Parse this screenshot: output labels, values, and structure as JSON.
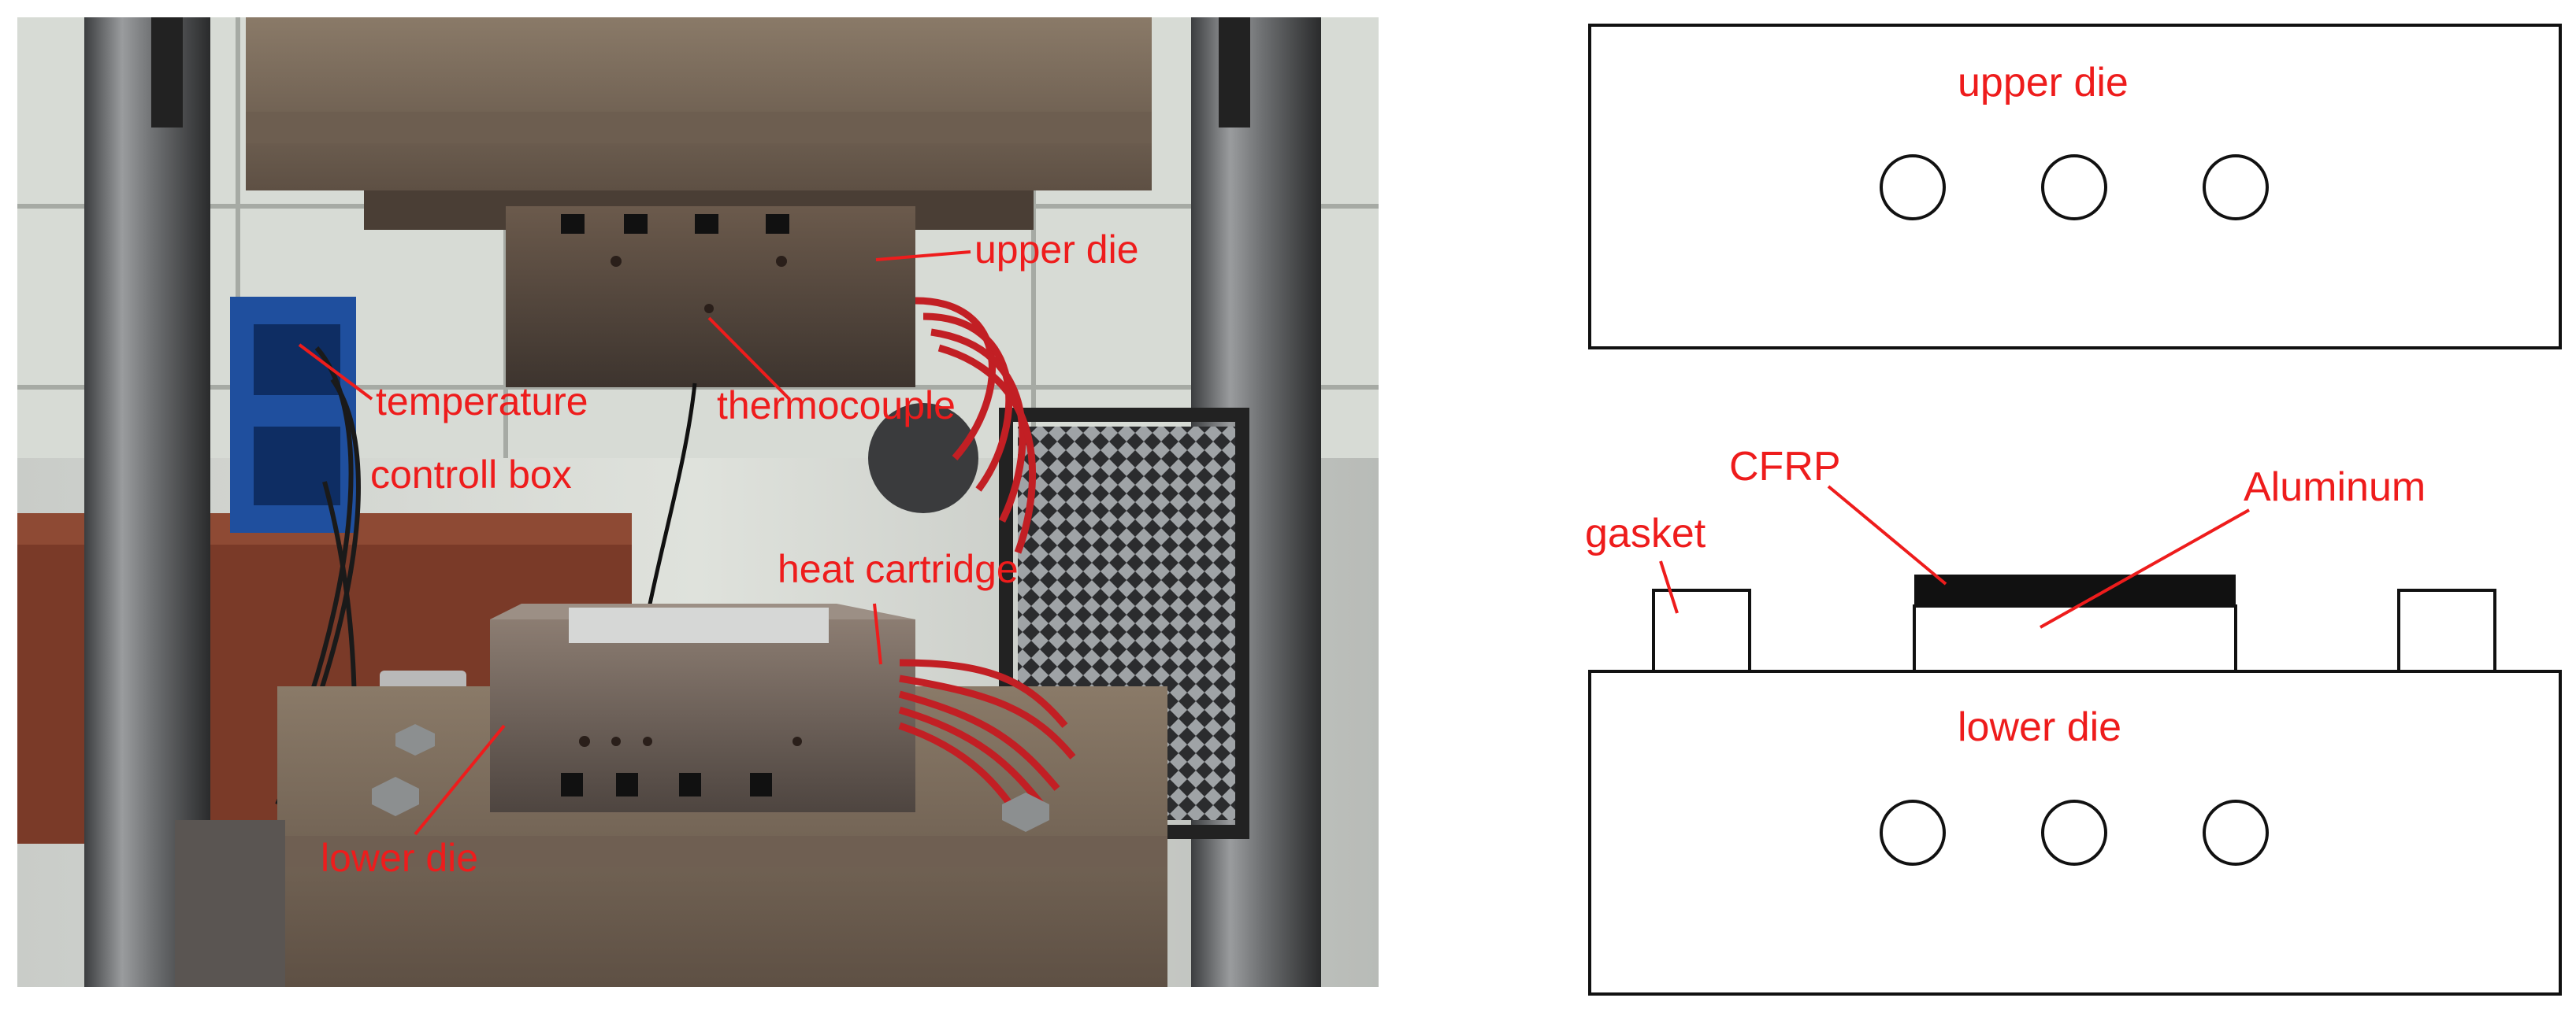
{
  "photo": {
    "labels": {
      "upper_die": "upper die",
      "temperature": "temperature",
      "controll_box": "controll box",
      "thermocouple": "thermocouple",
      "heat_cartridge": "heat cartridge",
      "lower_die": "lower die"
    }
  },
  "schematic": {
    "labels": {
      "upper_die": "upper die",
      "cfrp": "CFRP",
      "aluminum": "Aluminum",
      "gasket": "gasket",
      "lower_die": "lower die"
    }
  },
  "colors": {
    "label_red": "#ee1c1c",
    "line_black": "#111111"
  }
}
